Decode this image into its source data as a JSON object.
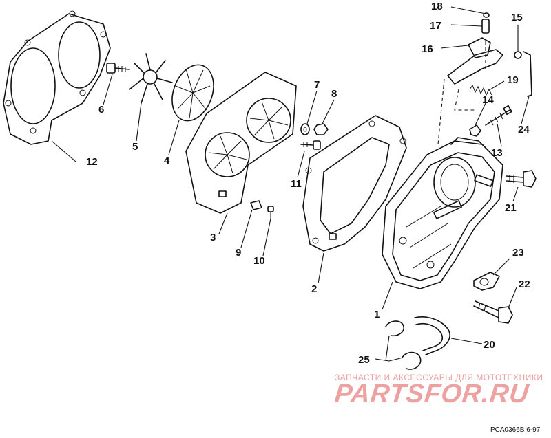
{
  "callouts": [
    {
      "id": "1",
      "text": "1"
    },
    {
      "id": "2",
      "text": "2"
    },
    {
      "id": "3",
      "text": "3"
    },
    {
      "id": "4",
      "text": "4"
    },
    {
      "id": "5",
      "text": "5"
    },
    {
      "id": "6",
      "text": "6"
    },
    {
      "id": "7",
      "text": "7"
    },
    {
      "id": "8",
      "text": "8"
    },
    {
      "id": "9",
      "text": "9"
    },
    {
      "id": "10",
      "text": "10"
    },
    {
      "id": "11",
      "text": "11"
    },
    {
      "id": "12",
      "text": "12"
    },
    {
      "id": "13",
      "text": "13"
    },
    {
      "id": "14",
      "text": "14"
    },
    {
      "id": "15",
      "text": "15"
    },
    {
      "id": "16",
      "text": "16"
    },
    {
      "id": "17",
      "text": "17"
    },
    {
      "id": "18",
      "text": "18"
    },
    {
      "id": "19",
      "text": "19"
    },
    {
      "id": "20",
      "text": "20"
    },
    {
      "id": "21",
      "text": "21"
    },
    {
      "id": "22",
      "text": "22"
    },
    {
      "id": "23",
      "text": "23"
    },
    {
      "id": "24",
      "text": "24"
    },
    {
      "id": "25",
      "text": "25"
    }
  ],
  "watermark": {
    "tagline": "ЗАПЧАСТИ И АКСЕССУАРЫ ДЛЯ МОТОТЕХНИКИ",
    "brand": "PARTSFOR.RU"
  },
  "drawing_code": "PCA0366B  6-97"
}
